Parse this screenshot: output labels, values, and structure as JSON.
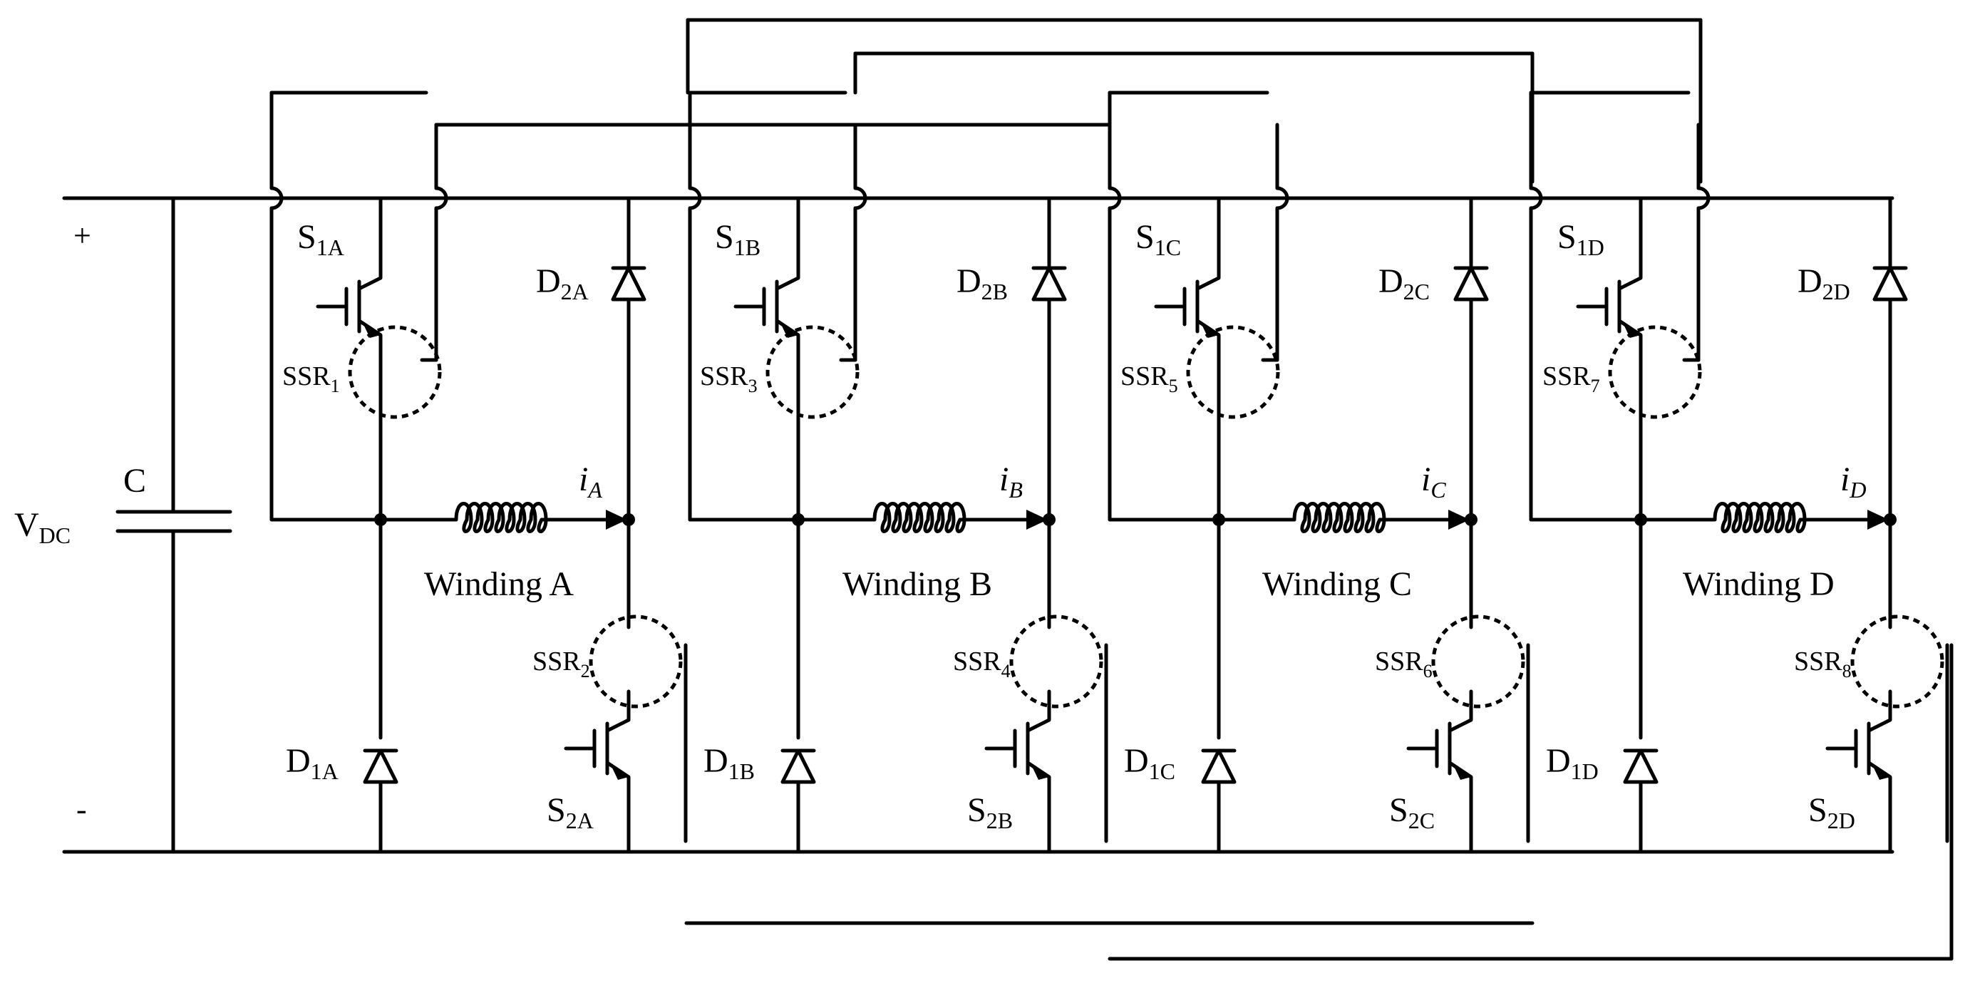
{
  "rails": {
    "positive": "+",
    "negative": "-"
  },
  "source": {
    "label": "V",
    "subscript": "DC"
  },
  "capacitor": {
    "label": "C"
  },
  "phases": [
    {
      "id": "A",
      "winding": "Winding A",
      "current": {
        "main": "i",
        "sub": "A"
      },
      "s_upper": {
        "main": "S",
        "sub": "1A"
      },
      "s_lower": {
        "main": "S",
        "sub": "2A"
      },
      "d_upper": {
        "main": "D",
        "sub": "2A"
      },
      "d_lower": {
        "main": "D",
        "sub": "1A"
      },
      "ssr_upper": {
        "main": "SSR",
        "sub": "1"
      },
      "ssr_lower": {
        "main": "SSR",
        "sub": "2"
      }
    },
    {
      "id": "B",
      "winding": "Winding B",
      "current": {
        "main": "i",
        "sub": "B"
      },
      "s_upper": {
        "main": "S",
        "sub": "1B"
      },
      "s_lower": {
        "main": "S",
        "sub": "2B"
      },
      "d_upper": {
        "main": "D",
        "sub": "2B"
      },
      "d_lower": {
        "main": "D",
        "sub": "1B"
      },
      "ssr_upper": {
        "main": "SSR",
        "sub": "3"
      },
      "ssr_lower": {
        "main": "SSR",
        "sub": "4"
      }
    },
    {
      "id": "C",
      "winding": "Winding C",
      "current": {
        "main": "i",
        "sub": "C"
      },
      "s_upper": {
        "main": "S",
        "sub": "1C"
      },
      "s_lower": {
        "main": "S",
        "sub": "2C"
      },
      "d_upper": {
        "main": "D",
        "sub": "2C"
      },
      "d_lower": {
        "main": "D",
        "sub": "1C"
      },
      "ssr_upper": {
        "main": "SSR",
        "sub": "5"
      },
      "ssr_lower": {
        "main": "SSR",
        "sub": "6"
      }
    },
    {
      "id": "D",
      "winding": "Winding D",
      "current": {
        "main": "i",
        "sub": "D"
      },
      "s_upper": {
        "main": "S",
        "sub": "1D"
      },
      "s_lower": {
        "main": "S",
        "sub": "2D"
      },
      "d_upper": {
        "main": "D",
        "sub": "2D"
      },
      "d_lower": {
        "main": "D",
        "sub": "1D"
      },
      "ssr_upper": {
        "main": "SSR",
        "sub": "7"
      },
      "ssr_lower": {
        "main": "SSR",
        "sub": "8"
      }
    }
  ]
}
